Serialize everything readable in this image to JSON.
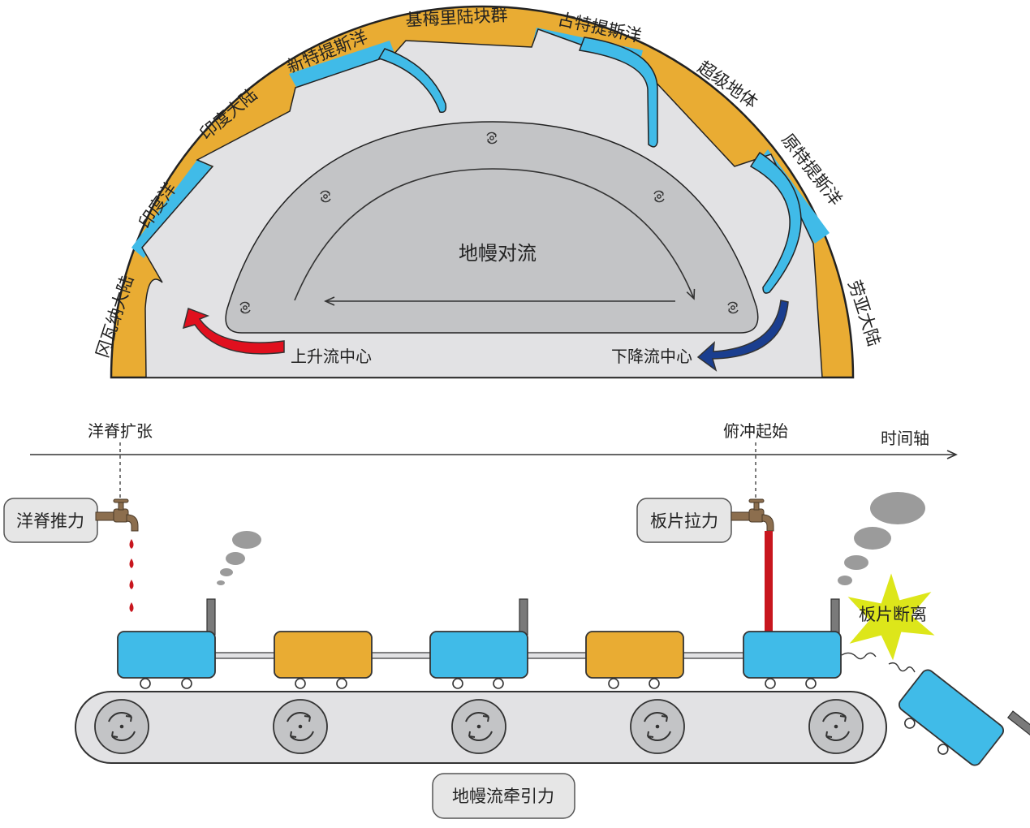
{
  "colors": {
    "continent": "#e9ac33",
    "ocean": "#40bbe8",
    "crust_gray": "#e2e2e4",
    "mantle_gray": "#c3c4c6",
    "upwelling_arrow": "#e0101e",
    "downwelling_arrow": "#1a3e8f",
    "blue_cart": "#40bbe8",
    "orange_cart": "#e9ac33",
    "pull_stream": "#c8161e",
    "drip": "#c8161e",
    "star": "#dde61a",
    "smoke": "#9b9b9b"
  },
  "semicircle": {
    "segment_labels": [
      "冈瓦纳大陆",
      "印度洋",
      "印度大陆",
      "新特提斯洋",
      "基梅里陆块群",
      "古特提斯洋",
      "超级地体",
      "原特提斯洋",
      "劳亚大陆"
    ],
    "mantle_label": "地幔对流",
    "upwelling_label": "上升流中心",
    "downwelling_label": "下降流中心",
    "rotation_icon": "rotation-icon"
  },
  "conveyor": {
    "timeline_label": "时间轴",
    "ridge_event_label": "洋脊扩张",
    "subduction_event_label": "俯冲起始",
    "ridge_push_label": "洋脊推力",
    "slab_pull_label": "板片拉力",
    "slab_breakoff_label": "板片断离",
    "mantle_traction_label": "地幔流牵引力",
    "faucet_icon": "faucet-icon",
    "cart_colors": [
      "blue",
      "orange",
      "blue",
      "orange",
      "blue"
    ]
  }
}
